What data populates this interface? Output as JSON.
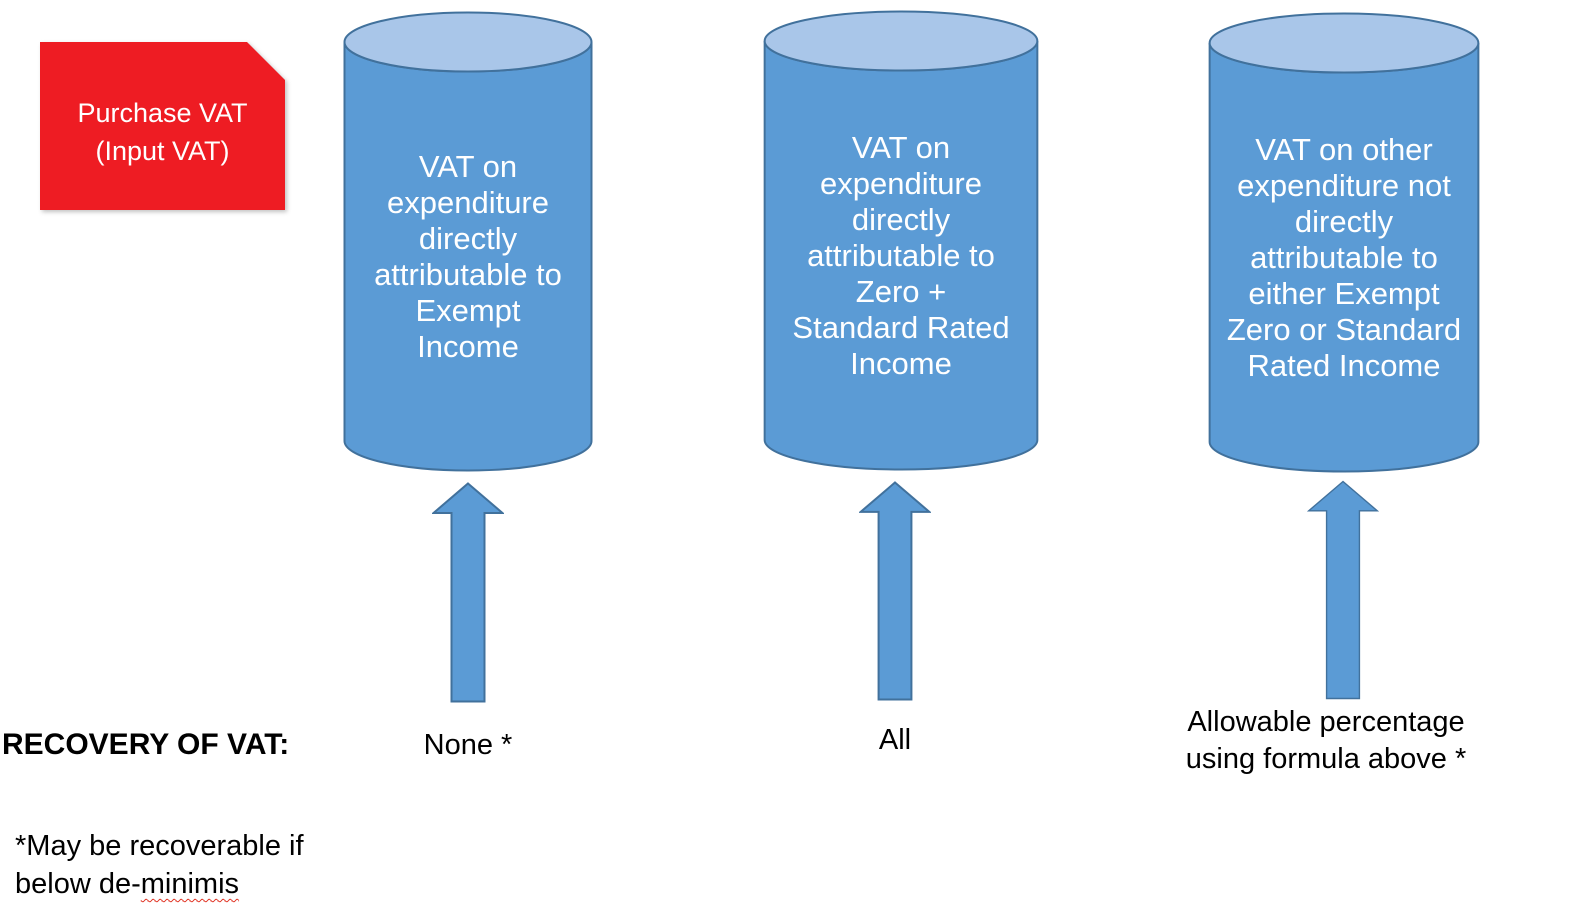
{
  "badge": {
    "line1": "Purchase VAT",
    "line2": "(Input VAT)"
  },
  "cylinders": [
    {
      "text": "VAT on expenditure directly attributable to Exempt Income",
      "recovery": "None *"
    },
    {
      "text": "VAT on expenditure directly attributable to Zero + Standard Rated Income",
      "recovery": "All"
    },
    {
      "text": "VAT on other expenditure not directly attributable to either Exempt Zero or Standard Rated Income",
      "recovery": "Allowable percentage using formula above *"
    }
  ],
  "labels": {
    "recovery_row": "RECOVERY OF VAT:"
  },
  "footnote": {
    "line1": "*May be recoverable if",
    "line2_before": "below de-",
    "line2_misspelled": "minimis"
  },
  "colors": {
    "badge_bg": "#ee1c23",
    "badge_text": "#ffffff",
    "cylinder_body": "#5b9bd5",
    "cylinder_top": "#a9c6e9",
    "cylinder_border": "#41719c",
    "arrow_fill": "#5b9bd5",
    "arrow_border": "#41719c",
    "cylinder_text": "#ffffff",
    "label_text": "#000000",
    "spellcheck_underline": "#e03020"
  }
}
